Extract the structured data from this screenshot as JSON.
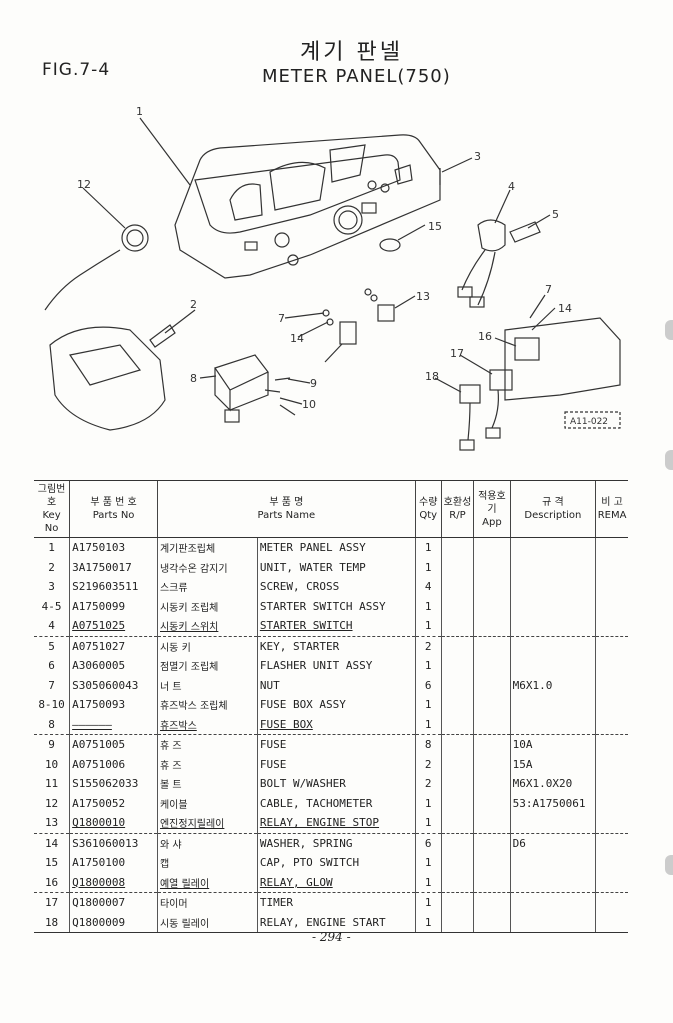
{
  "header": {
    "fig": "FIG.7-4",
    "title_ko": "계기 판넬",
    "title_en": "METER PANEL(750)"
  },
  "callouts": [
    "1",
    "2",
    "3",
    "4",
    "5",
    "7",
    "7",
    "8",
    "9",
    "10",
    "12",
    "13",
    "14",
    "14",
    "15",
    "16",
    "17",
    "18"
  ],
  "callout_inset": "A11-022",
  "table": {
    "headers": [
      {
        "ko": "그림번호",
        "en": "Key No"
      },
      {
        "ko": "부 품 번 호",
        "en": "Parts No"
      },
      {
        "ko": "부 품 명",
        "en": "Parts Name"
      },
      {
        "ko": "수량",
        "en": "Qty"
      },
      {
        "ko": "호환성",
        "en": "R/P"
      },
      {
        "ko": "적용호기",
        "en": "App"
      },
      {
        "ko": "규 격",
        "en": "Description"
      },
      {
        "ko": "비 고",
        "en": "REMA"
      }
    ],
    "rows": [
      {
        "key": "1",
        "part": "A1750103",
        "ko": "계기판조립체",
        "name": "METER PANEL ASSY",
        "qty": "1",
        "desc": ""
      },
      {
        "key": "2",
        "part": "3A1750017",
        "ko": "냉각수온 감지기",
        "name": "UNIT, WATER TEMP",
        "qty": "1",
        "desc": ""
      },
      {
        "key": "3",
        "part": "S219603511",
        "ko": "스크류",
        "name": "SCREW, CROSS",
        "qty": "4",
        "desc": ""
      },
      {
        "key": "4-5",
        "part": "A1750099",
        "ko": "시동키 조립체",
        "name": "STARTER SWITCH ASSY",
        "qty": "1",
        "desc": ""
      },
      {
        "key": "4",
        "part": "A0751025",
        "ko": "시동키 스위치",
        "name": "STARTER SWITCH",
        "qty": "1",
        "desc": ""
      },
      {
        "key": "5",
        "part": "A0751027",
        "ko": "시동 키",
        "name": "KEY, STARTER",
        "qty": "2",
        "desc": ""
      },
      {
        "key": "6",
        "part": "A3060005",
        "ko": "점멸기 조립체",
        "name": "FLASHER UNIT ASSY",
        "qty": "1",
        "desc": ""
      },
      {
        "key": "7",
        "part": "S305060043",
        "ko": "너 트",
        "name": "NUT",
        "qty": "6",
        "desc": "M6X1.0"
      },
      {
        "key": "8-10",
        "part": "A1750093",
        "ko": "휴즈박스 조립체",
        "name": "FUSE BOX ASSY",
        "qty": "1",
        "desc": ""
      },
      {
        "key": "8",
        "part": "——————",
        "ko": "휴즈박스",
        "name": "FUSE BOX",
        "qty": "1",
        "desc": ""
      },
      {
        "key": "9",
        "part": "A0751005",
        "ko": "휴 즈",
        "name": "FUSE",
        "qty": "8",
        "desc": "10A"
      },
      {
        "key": "10",
        "part": "A0751006",
        "ko": "휴 즈",
        "name": "FUSE",
        "qty": "2",
        "desc": "15A"
      },
      {
        "key": "11",
        "part": "S155062033",
        "ko": "볼 트",
        "name": "BOLT W/WASHER",
        "qty": "2",
        "desc": "M6X1.0X20"
      },
      {
        "key": "12",
        "part": "A1750052",
        "ko": "케이블",
        "name": "CABLE, TACHOMETER",
        "qty": "1",
        "desc": "53:A1750061"
      },
      {
        "key": "13",
        "part": "Q1800010",
        "ko": "엔진정지릴레이",
        "name": "RELAY, ENGINE STOP",
        "qty": "1",
        "desc": ""
      },
      {
        "key": "14",
        "part": "S361060013",
        "ko": "와 샤",
        "name": "WASHER, SPRING",
        "qty": "6",
        "desc": "D6"
      },
      {
        "key": "15",
        "part": "A1750100",
        "ko": "캡",
        "name": "CAP, PTO SWITCH",
        "qty": "1",
        "desc": ""
      },
      {
        "key": "16",
        "part": "Q1800008",
        "ko": "예열 릴레이",
        "name": "RELAY, GLOW",
        "qty": "1",
        "desc": ""
      },
      {
        "key": "17",
        "part": "Q1800007",
        "ko": "타이머",
        "name": "TIMER",
        "qty": "1",
        "desc": ""
      },
      {
        "key": "18",
        "part": "Q1800009",
        "ko": "시동 릴레이",
        "name": "RELAY, ENGINE START",
        "qty": "1",
        "desc": ""
      }
    ]
  },
  "footer": {
    "page_number": "- 294 -"
  }
}
